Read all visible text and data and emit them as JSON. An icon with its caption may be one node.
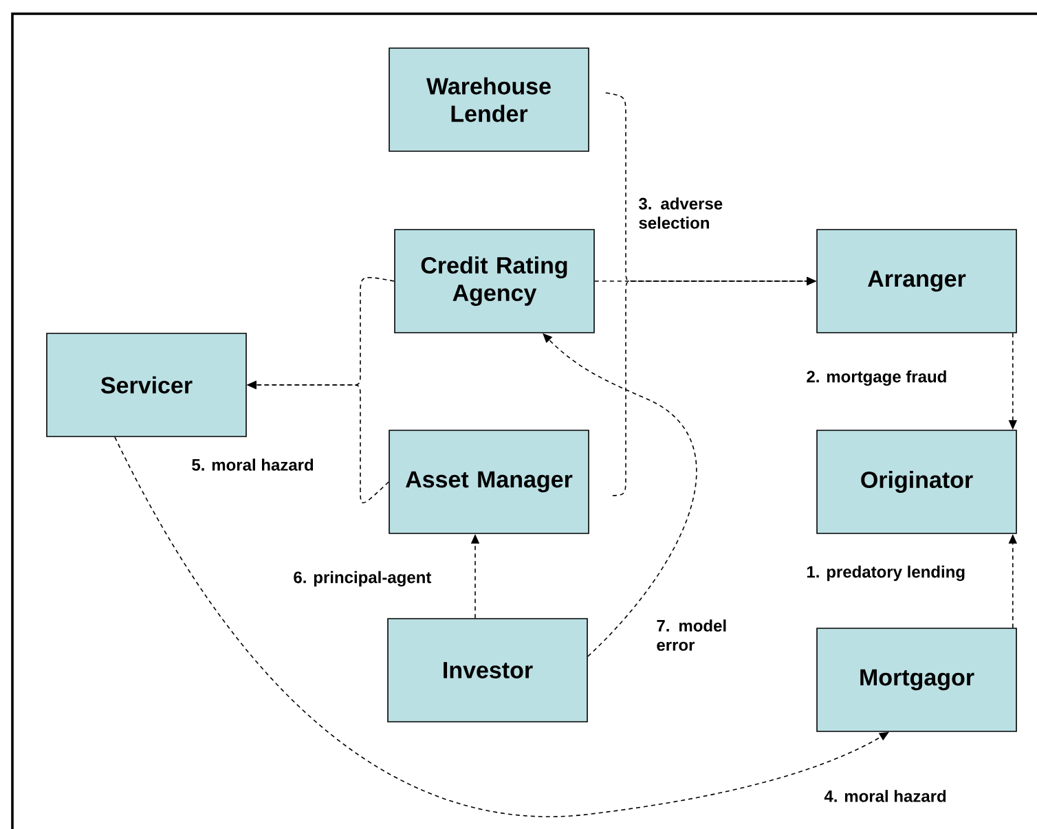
{
  "diagram": {
    "nodes": [
      {
        "text": [
          "Warehouse Lender"
        ]
      },
      {
        "text": [
          "Credit Rating Agency"
        ]
      },
      {
        "text": [
          "Arranger"
        ]
      },
      {
        "text": [
          "Servicer"
        ]
      },
      {
        "text": [
          "Asset Manager"
        ]
      },
      {
        "text": [
          "Originator"
        ]
      },
      {
        "text": [
          "Investor"
        ]
      },
      {
        "text": [
          "Mortgagor"
        ]
      }
    ],
    "edges": [
      {
        "from": 0,
        "to": 2,
        "arrow": "to",
        "style": "dashed",
        "label": "3. adverse selection"
      },
      {
        "from": 1,
        "to": 2,
        "arrow": "to",
        "style": "dashed"
      },
      {
        "from": 4,
        "to": 2,
        "arrow": "to",
        "style": "dashed"
      },
      {
        "from": 1,
        "to": 3,
        "arrow": "to",
        "style": "dashed",
        "label": "5. moral hazard"
      },
      {
        "from": 4,
        "to": 3,
        "arrow": "to",
        "style": "dashed"
      },
      {
        "from": 2,
        "to": 5,
        "arrow": "to",
        "style": "dashed",
        "label": "2. mortgage fraud"
      },
      {
        "from": 7,
        "to": 5,
        "arrow": "to",
        "style": "dashed",
        "label": "1. predatory lending"
      },
      {
        "from": 3,
        "to": 7,
        "arrow": "to",
        "style": "dashed",
        "label": "4. moral hazard"
      },
      {
        "from": 6,
        "to": 4,
        "arrow": "to",
        "style": "dashed",
        "label": "6. principal-agent"
      },
      {
        "from": 6,
        "to": 1,
        "arrow": "to",
        "style": "dashed",
        "label": "7. model error"
      }
    ]
  }
}
